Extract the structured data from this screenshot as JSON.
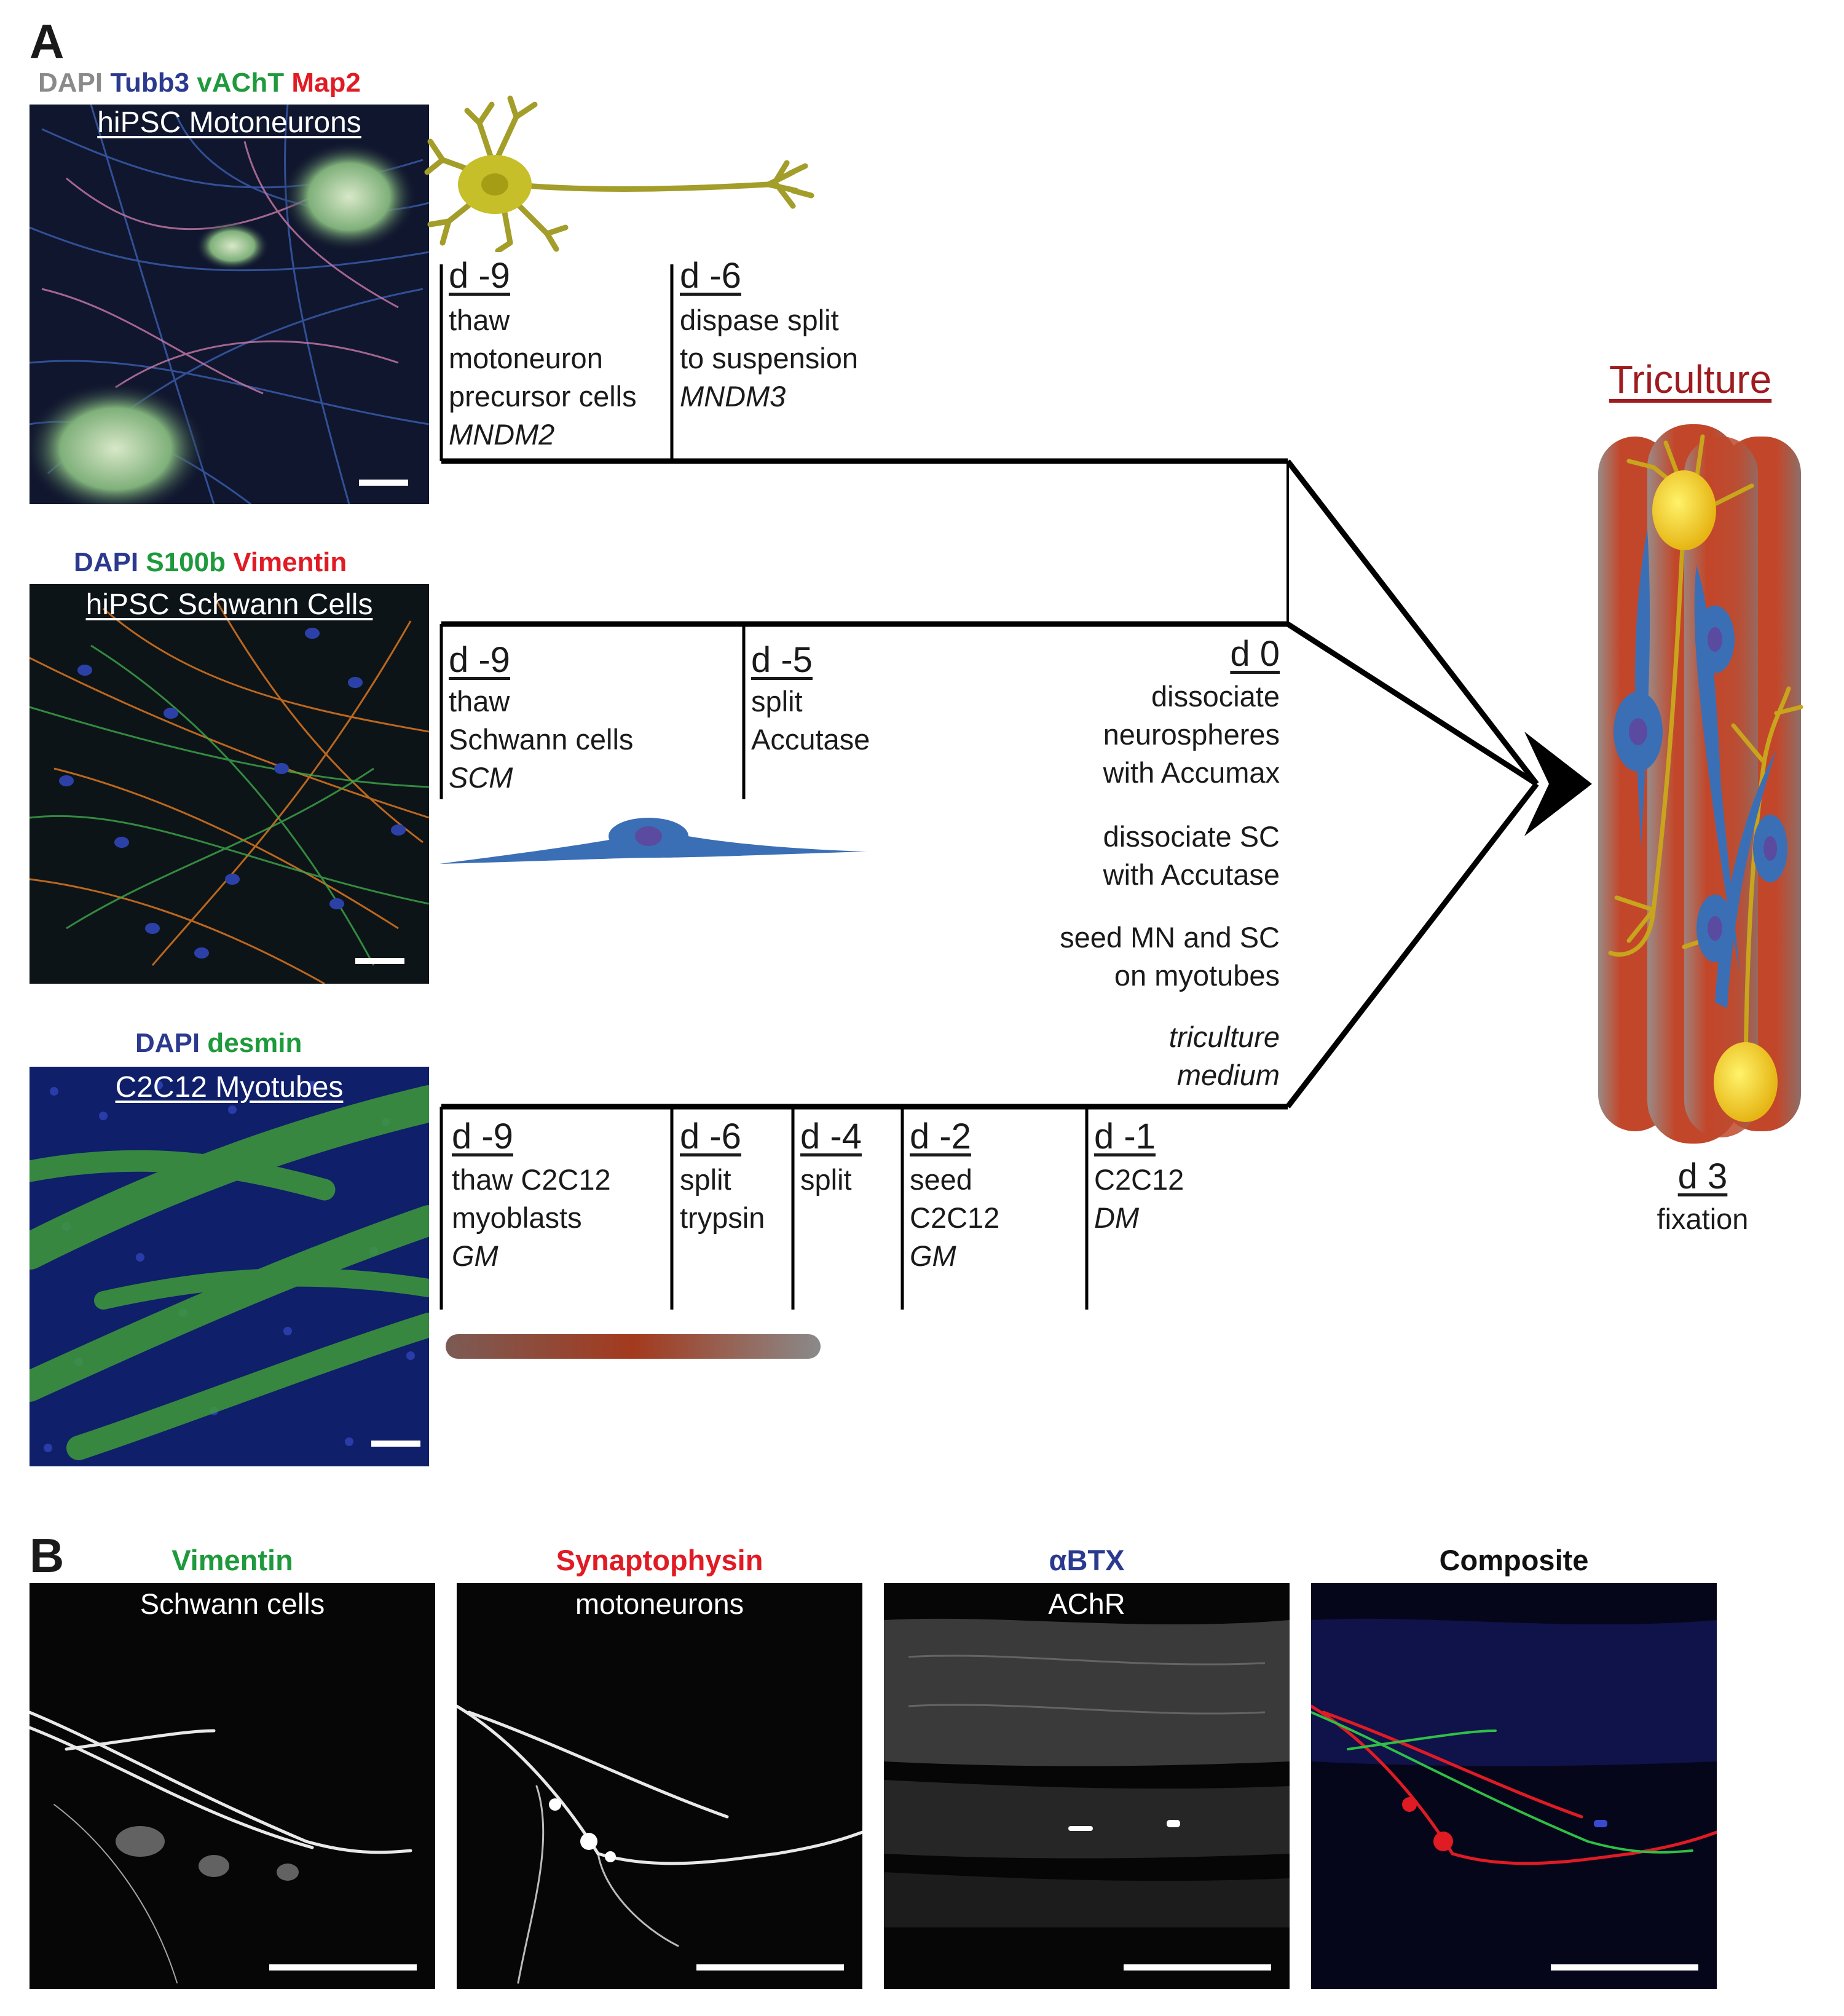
{
  "panel_a": {
    "letter": "A",
    "motoneuron": {
      "stains": [
        {
          "text": "DAPI",
          "color": "#8a8a8a"
        },
        {
          "text": "Tubb3",
          "color": "#2b3a8f"
        },
        {
          "text": "vAChT",
          "color": "#1e9a3c"
        },
        {
          "text": "Map2",
          "color": "#e01b24"
        }
      ],
      "title": "hiPSC Motoneurons",
      "timeline": [
        {
          "day": "d -9",
          "lines": [
            "thaw",
            "motoneuron",
            "precursor cells"
          ],
          "medium": "MNDM2"
        },
        {
          "day": "d -6",
          "lines": [
            "dispase split",
            "to suspension"
          ],
          "medium": "MNDM3"
        }
      ]
    },
    "schwann": {
      "stains": [
        {
          "text": "DAPI",
          "color": "#2b3a8f"
        },
        {
          "text": "S100b",
          "color": "#1e9a3c"
        },
        {
          "text": "Vimentin",
          "color": "#e01b24"
        }
      ],
      "title": "hiPSC Schwann Cells",
      "timeline": [
        {
          "day": "d -9",
          "lines": [
            "thaw",
            "Schwann cells"
          ],
          "medium": "SCM"
        },
        {
          "day": "d -5",
          "lines": [
            "split",
            "Accutase"
          ],
          "medium": ""
        }
      ]
    },
    "myotube": {
      "stains": [
        {
          "text": "DAPI",
          "color": "#2b3a8f"
        },
        {
          "text": "desmin",
          "color": "#1e9a3c"
        }
      ],
      "title": "C2C12 Myotubes",
      "timeline": [
        {
          "day": "d -9",
          "lines": [
            "thaw C2C12",
            "myoblasts"
          ],
          "medium": "GM"
        },
        {
          "day": "d -6",
          "lines": [
            "split",
            "trypsin"
          ],
          "medium": ""
        },
        {
          "day": "d -4",
          "lines": [
            "split"
          ],
          "medium": ""
        },
        {
          "day": "d -2",
          "lines": [
            "seed",
            "C2C12"
          ],
          "medium": "GM"
        },
        {
          "day": "d -1",
          "lines": [
            "C2C12"
          ],
          "medium": "DM"
        }
      ]
    },
    "day0": {
      "day": "d 0",
      "steps": [
        [
          "dissociate",
          "neurospheres",
          "with Accumax"
        ],
        [
          "dissociate SC",
          "with Accutase"
        ],
        [
          "seed MN and SC",
          "on myotubes"
        ]
      ],
      "medium": [
        "triculture",
        "medium"
      ]
    },
    "triculture": {
      "title": "Triculture",
      "title_color": "#9e1b1f",
      "day": "d 3",
      "label": "fixation"
    }
  },
  "panel_b": {
    "letter": "B",
    "images": [
      {
        "stain": "Vimentin",
        "stain_color": "#1e9a3c",
        "caption": "Schwann cells"
      },
      {
        "stain": "Synaptophysin",
        "stain_color": "#e01b24",
        "caption": "motoneurons"
      },
      {
        "stain": "αBTX",
        "stain_color": "#2b3a8f",
        "caption": "AChR"
      },
      {
        "stain": "Composite",
        "stain_color": "#111111",
        "caption": ""
      }
    ]
  }
}
